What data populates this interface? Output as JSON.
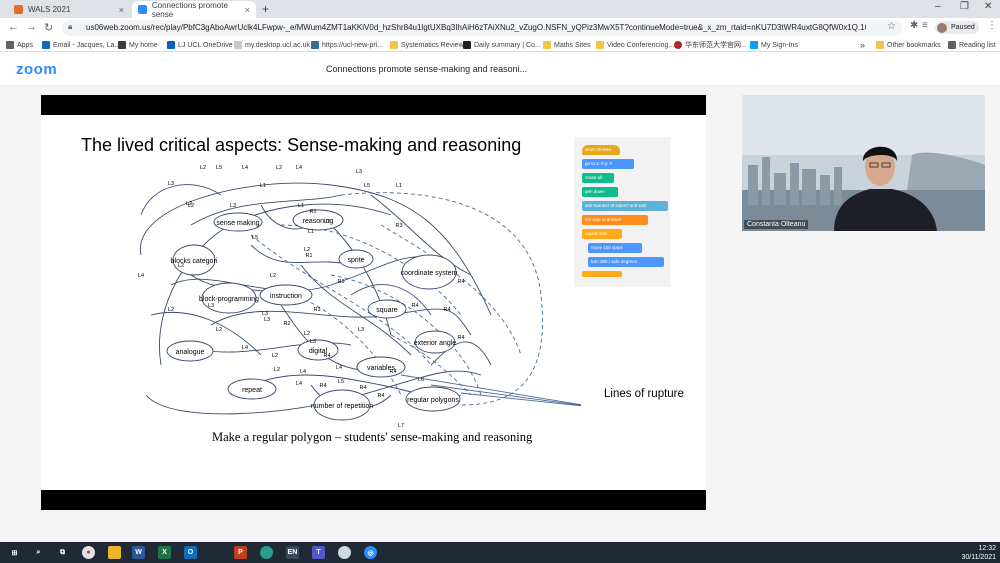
{
  "browser": {
    "tabs": [
      {
        "label": "WALS 2021",
        "close": "×"
      },
      {
        "label": "Connections promote sense",
        "close": "×"
      }
    ],
    "new_tab": "+",
    "url": "us06web.zoom.us/rec/play/PbfC3gAboAwrUclk4LFwpw-_e/MWum4ZMT1aKKiV0d_hzShr84u1lgtUXBq3IhAiH6zTAiXNu2_vZugO.NSFN_yQPiz3MwX5T?continueMode=true&_x_zm_rtaid=nKU7D3tWR4uxtG8QfW0x1Q.1638273426813.e7030f3ae009...",
    "profile_status": "Paused",
    "bookmarks": [
      "Apps",
      "Email - Jacques, La...",
      "My home",
      "LJ UCL OneDrive",
      "my.desktop.ucl.ac.uk",
      "https://ucl-new-pri...",
      "Systematics Review",
      "Daily summary | Co...",
      "Maths Sites",
      "Video Conferencing...",
      "华东师范大学官网...",
      "My Sign-Ins",
      "Other bookmarks",
      "Reading list"
    ],
    "more_bookmarks": "»"
  },
  "zoom": {
    "logo": "zoom",
    "recording_title": "Connections promote sense-making and reasoni..."
  },
  "slide": {
    "title": "The lived critical aspects: Sense-making and reasoning",
    "caption": "Make a regular polygon – students' sense-making and reasoning",
    "rupture_label": "Lines of rupture",
    "nodes": [
      {
        "id": "sense",
        "label": "sense making"
      },
      {
        "id": "reasoning",
        "label": "reasoning"
      },
      {
        "id": "blocks",
        "label": "blocks categori"
      },
      {
        "id": "sprite",
        "label": "sprite"
      },
      {
        "id": "coord",
        "label": "coordinate system"
      },
      {
        "id": "block_prog",
        "label": "block-programming"
      },
      {
        "id": "instruction",
        "label": "instruction"
      },
      {
        "id": "square",
        "label": "square"
      },
      {
        "id": "exterior",
        "label": "exterior angle"
      },
      {
        "id": "analogue",
        "label": "analogue"
      },
      {
        "id": "digital",
        "label": "digital"
      },
      {
        "id": "variables",
        "label": "variables"
      },
      {
        "id": "repeat",
        "label": "repeat"
      },
      {
        "id": "number_rep",
        "label": "number of repetition"
      },
      {
        "id": "regular",
        "label": "regular polygons"
      }
    ],
    "edge_labels": [
      "L2",
      "L5",
      "L4",
      "L2",
      "L4",
      "L3",
      "L3",
      "L1",
      "L5",
      "L1",
      "L2",
      "L3",
      "L1",
      "R1",
      "L2",
      "R3",
      "L1",
      "L5",
      "L2",
      "R1",
      "R3",
      "R4",
      "L4",
      "L2",
      "L2",
      "L3",
      "R3",
      "R4",
      "R4",
      "L2",
      "R2",
      "L2",
      "L3",
      "L3",
      "R4",
      "L2",
      "L4",
      "L5",
      "L6",
      "L2",
      "R4",
      "R4",
      "L4",
      "R4",
      "L4",
      "R4",
      "L7",
      "R4",
      "L4",
      "L3",
      "L2",
      "L2",
      "L3"
    ],
    "scratch_blocks": [
      "when clicked",
      "go to x: 0 y: 0",
      "erase all",
      "pen down",
      "ask Number of sides? and wait",
      "set side to answer",
      "repeat side",
      "move 100 steps",
      "turn 360 / side degrees"
    ]
  },
  "webcam": {
    "name": "Constanta Olteanu"
  },
  "taskbar": {
    "apps": [
      "start-icon",
      "search-icon",
      "taskview-icon",
      "chrome-icon",
      "explorer-icon",
      "word-icon",
      "excel-icon",
      "outlook-icon",
      "powerpoint-icon",
      "edge-icon",
      "en-icon",
      "teams-icon",
      "paint-icon",
      "globe-icon"
    ],
    "en_label": "EN",
    "time": "12:32",
    "date": "30/11/2021"
  },
  "colors": {
    "zoom_blue": "#2d8cff",
    "taskbar": "#1f2a36",
    "tab_strip": "#dee1e6"
  }
}
